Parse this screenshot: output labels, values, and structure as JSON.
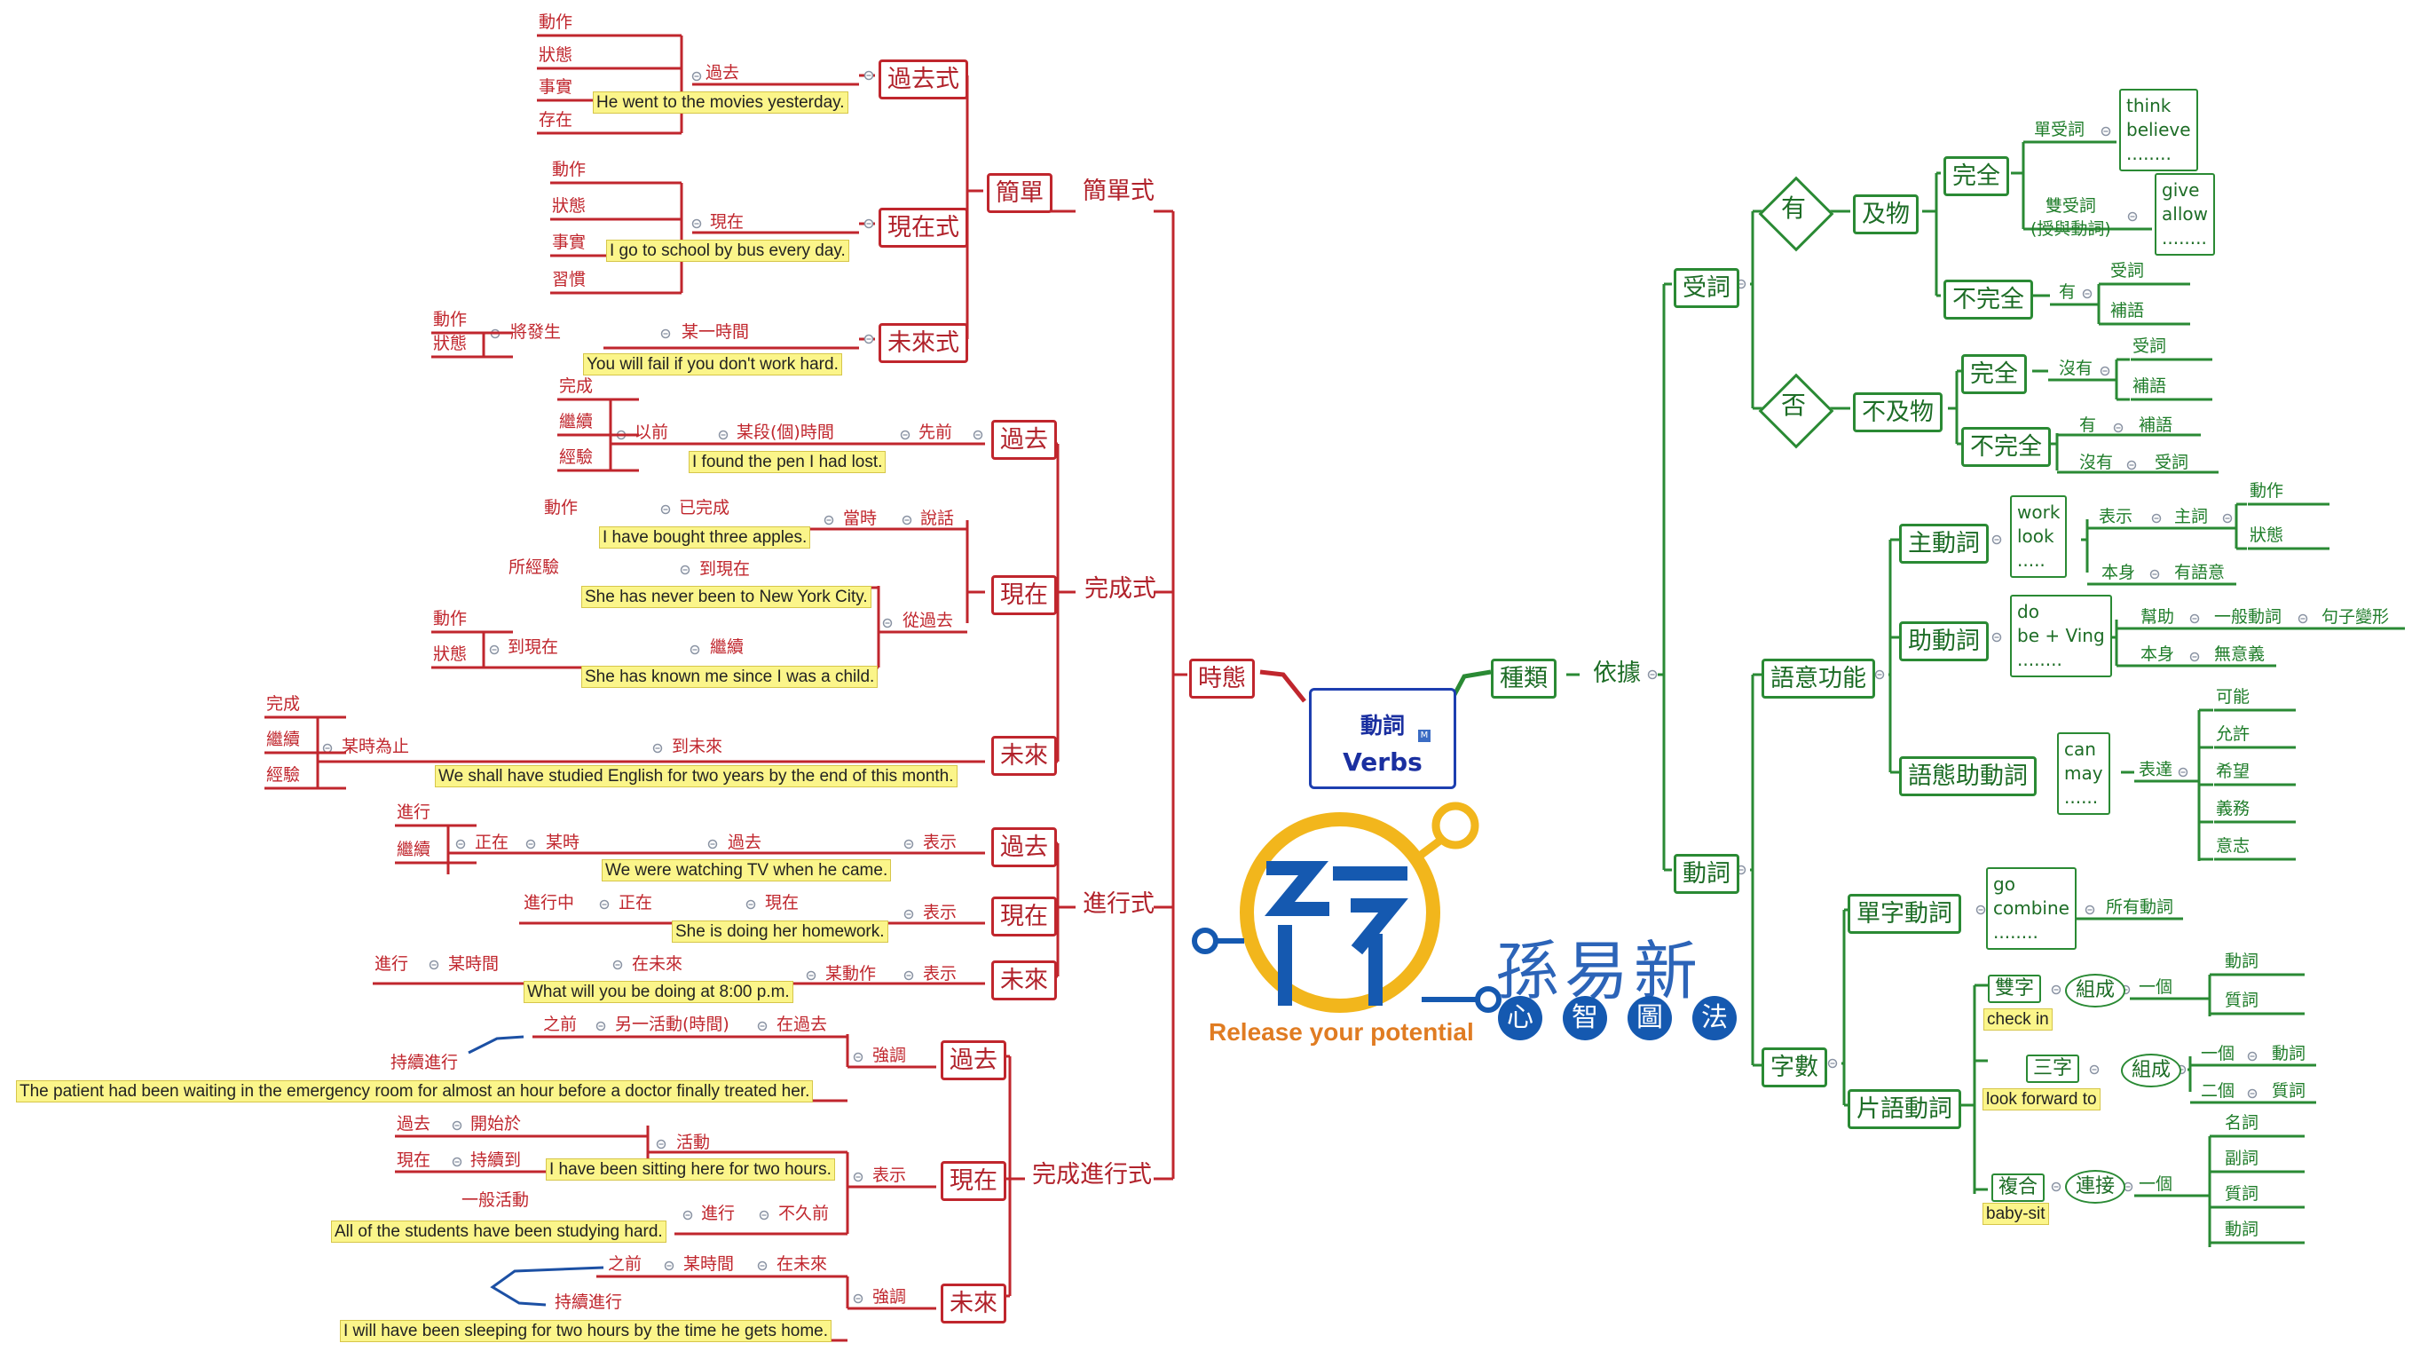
{
  "center": {
    "zh": "動詞",
    "en": "Verbs",
    "marker": "M"
  },
  "brand": {
    "name": "孫易新",
    "sub": [
      "心",
      "智",
      "圖",
      "法"
    ],
    "tagline": "Release your potential"
  },
  "tense": {
    "root": "時態",
    "simple": {
      "label": "簡單式",
      "box": "簡單",
      "past": {
        "label": "過去式",
        "rel": "過去",
        "items": [
          "動作",
          "狀態",
          "事實",
          "存在"
        ],
        "example": "He went to the movies yesterday."
      },
      "present": {
        "label": "現在式",
        "rel": "現在",
        "items": [
          "動作",
          "狀態",
          "事實",
          "習慣"
        ],
        "example": "I go to school by bus every day."
      },
      "future": {
        "label": "未來式",
        "rel": "某一時間",
        "rel2": "將發生",
        "items": [
          "動作",
          "狀態"
        ],
        "example": "You will fail if you don't work hard."
      }
    },
    "perfect": {
      "label": "完成式",
      "past": {
        "label": "過去",
        "chain": [
          "先前",
          "某段(個)時間",
          "以前"
        ],
        "items": [
          "完成",
          "繼續",
          "經驗"
        ],
        "example": "I found the pen I had lost."
      },
      "present": {
        "label": "現在",
        "a": {
          "rel": "說話",
          "rel2": "當時",
          "rel3": "已完成",
          "item": "動作",
          "example": "I have bought three apples."
        },
        "b": {
          "rel": "從過去",
          "rel2": "到現在",
          "item": "所經驗",
          "example": "She has never been to New York City."
        },
        "c": {
          "rel": "繼續",
          "rel2": "到現在",
          "items": [
            "動作",
            "狀態"
          ],
          "example": "She has known me since I was a child."
        }
      },
      "future": {
        "label": "未來",
        "rel": "到未來",
        "rel2": "某時為止",
        "items": [
          "完成",
          "繼續",
          "經驗"
        ],
        "example": "We shall have studied English for two years by the end of this month."
      }
    },
    "progressive": {
      "label": "進行式",
      "past": {
        "label": "過去",
        "rel": "表示",
        "rel2": "過去",
        "rel3": "某時",
        "rel4": "正在",
        "items": [
          "進行",
          "繼續"
        ],
        "example": "We were watching TV when he came."
      },
      "present": {
        "label": "現在",
        "rel": "表示",
        "rel2": "現在",
        "rel3": "正在",
        "item": "進行中",
        "example": "She is doing her homework."
      },
      "future": {
        "label": "未來",
        "rel": "表示",
        "rel2": "某動作",
        "rel3": "在未來",
        "rel4": "某時間",
        "item": "進行",
        "example": "What will you be doing at 8:00 p.m."
      }
    },
    "perfectProgressive": {
      "label": "完成進行式",
      "past": {
        "label": "過去",
        "rel": "強調",
        "chain": [
          "在過去",
          "另一活動(時間)",
          "之前"
        ],
        "note": "持續進行",
        "example": "The patient had been waiting in the emergency room for almost an hour before a doctor finally treated her."
      },
      "present": {
        "label": "現在",
        "rel": "表示",
        "rel2": "活動",
        "a": [
          "過去",
          "開始於"
        ],
        "b": [
          "現在",
          "持續到"
        ],
        "rel3": "進行",
        "rel4": "不久前",
        "rel5": "一般活動",
        "example": "I have been sitting here for two hours.",
        "example2": "All of the students have been studying hard."
      },
      "future": {
        "label": "未來",
        "rel": "強調",
        "chain": [
          "在未來",
          "某時間",
          "之前"
        ],
        "note": "持續進行",
        "example": "I will have been sleeping for two hours by the time he gets home."
      }
    }
  },
  "kinds": {
    "root": "種類",
    "basis": "依據",
    "object": {
      "label": "受詞",
      "yes": {
        "label": "有",
        "trans": "及物",
        "complete": {
          "label": "完全",
          "single": "單受詞",
          "single_ex": "think\nbelieve\n........",
          "double": "雙受詞\n(授與動詞)",
          "double_ex": "give\nallow\n........"
        },
        "incomplete": {
          "label": "不完全",
          "rel": "有",
          "items": [
            "受詞",
            "補語"
          ]
        }
      },
      "no": {
        "label": "否",
        "intrans": "不及物",
        "complete": {
          "label": "完全",
          "rel": "沒有",
          "items": [
            "受詞",
            "補語"
          ]
        },
        "incomplete": {
          "label": "不完全",
          "r1": "有",
          "i1": "補語",
          "r2": "沒有",
          "i2": "受詞"
        }
      }
    },
    "verb": {
      "label": "動詞",
      "function": {
        "label": "語意功能",
        "main": {
          "label": "主動詞",
          "ex": "work\nlook\n.....",
          "rel": "表示",
          "rel2": "主詞",
          "items": [
            "動作",
            "狀態"
          ],
          "rel3": "本身",
          "item3": "有語意"
        },
        "aux": {
          "label": "助動詞",
          "ex": "do\nbe + Ving\n........",
          "rel": "幫助",
          "rel2": "一般動詞",
          "item": "句子變形",
          "rel3": "本身",
          "item3": "無意義"
        },
        "modal": {
          "label": "語態助動詞",
          "ex": "can\nmay\n......",
          "rel": "表達",
          "items": [
            "可能",
            "允許",
            "希望",
            "義務",
            "意志"
          ]
        }
      },
      "count": {
        "label": "字數",
        "single": {
          "label": "單字動詞",
          "ex": "go\ncombine\n........",
          "item": "所有動詞"
        },
        "phrasal": {
          "label": "片語動詞",
          "two": {
            "label": "雙字",
            "ex": "check in",
            "rel": "組成",
            "item": "一個",
            "items": [
              "動詞",
              "質詞"
            ]
          },
          "three": {
            "label": "三字",
            "ex": "look forward to",
            "rel": "組成",
            "items": [
              [
                "一個",
                "動詞"
              ],
              [
                "二個",
                "質詞"
              ]
            ]
          },
          "compound": {
            "label": "複合",
            "ex": "baby-sit",
            "rel": "連接",
            "item": "一個",
            "items": [
              "名詞",
              "副詞",
              "質詞",
              "動詞"
            ]
          }
        }
      }
    }
  },
  "colors": {
    "tense": "#c0262d",
    "kinds": "#2a8a34",
    "center": "#1d3fb0",
    "example_bg": "#fbf58a",
    "logo_ring": "#f2b61c",
    "logo_blue": "#1559b0"
  },
  "icons": {
    "connector": "minus-circle-icon",
    "loop_arrow": "curved-arrow-icon"
  }
}
